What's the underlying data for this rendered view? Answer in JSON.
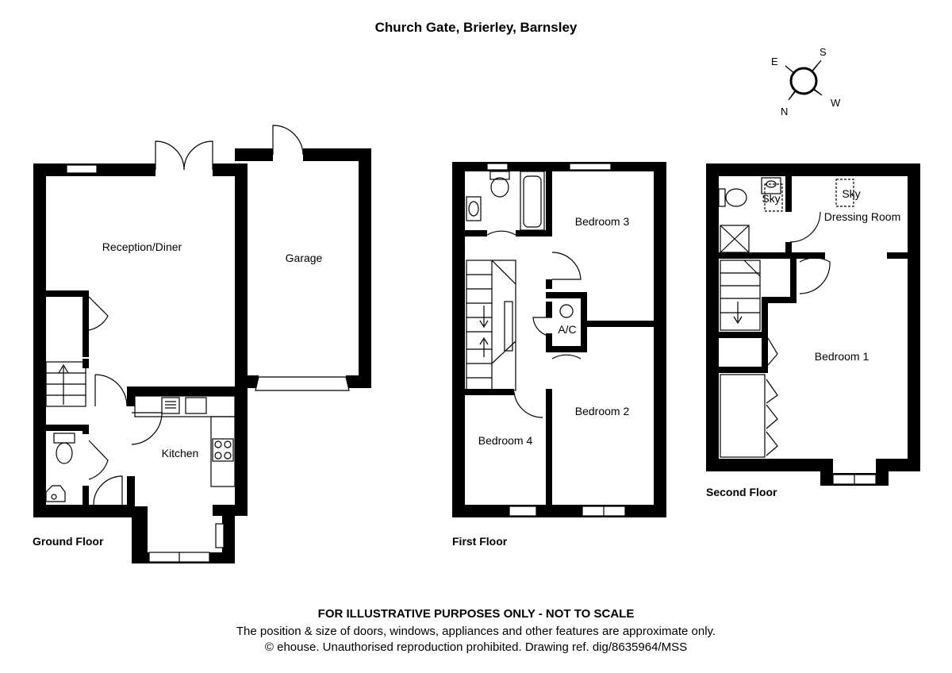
{
  "title": "Church Gate, Brierley, Barnsley",
  "floors": {
    "ground": {
      "label": "Ground Floor",
      "rooms": {
        "reception": "Reception/Diner",
        "garage": "Garage",
        "kitchen": "Kitchen"
      }
    },
    "first": {
      "label": "First Floor",
      "rooms": {
        "bedroom3": "Bedroom 3",
        "ac": "A/C",
        "bedroom2": "Bedroom 2",
        "bedroom4": "Bedroom 4"
      }
    },
    "second": {
      "label": "Second Floor",
      "rooms": {
        "sky1": "Sky",
        "sky2": "Sky",
        "dressing": "Dressing Room",
        "bedroom1": "Bedroom 1"
      }
    }
  },
  "compass": {
    "e": "E",
    "s": "S",
    "n": "N",
    "w": "W"
  },
  "disclaimer": {
    "heading": "FOR ILLUSTRATIVE PURPOSES ONLY - NOT TO SCALE",
    "line1": "The position & size of doors, windows, appliances and other features are approximate only.",
    "line2": "© ehouse. Unauthorised reproduction prohibited. Drawing ref. dig/8635964/MSS"
  }
}
